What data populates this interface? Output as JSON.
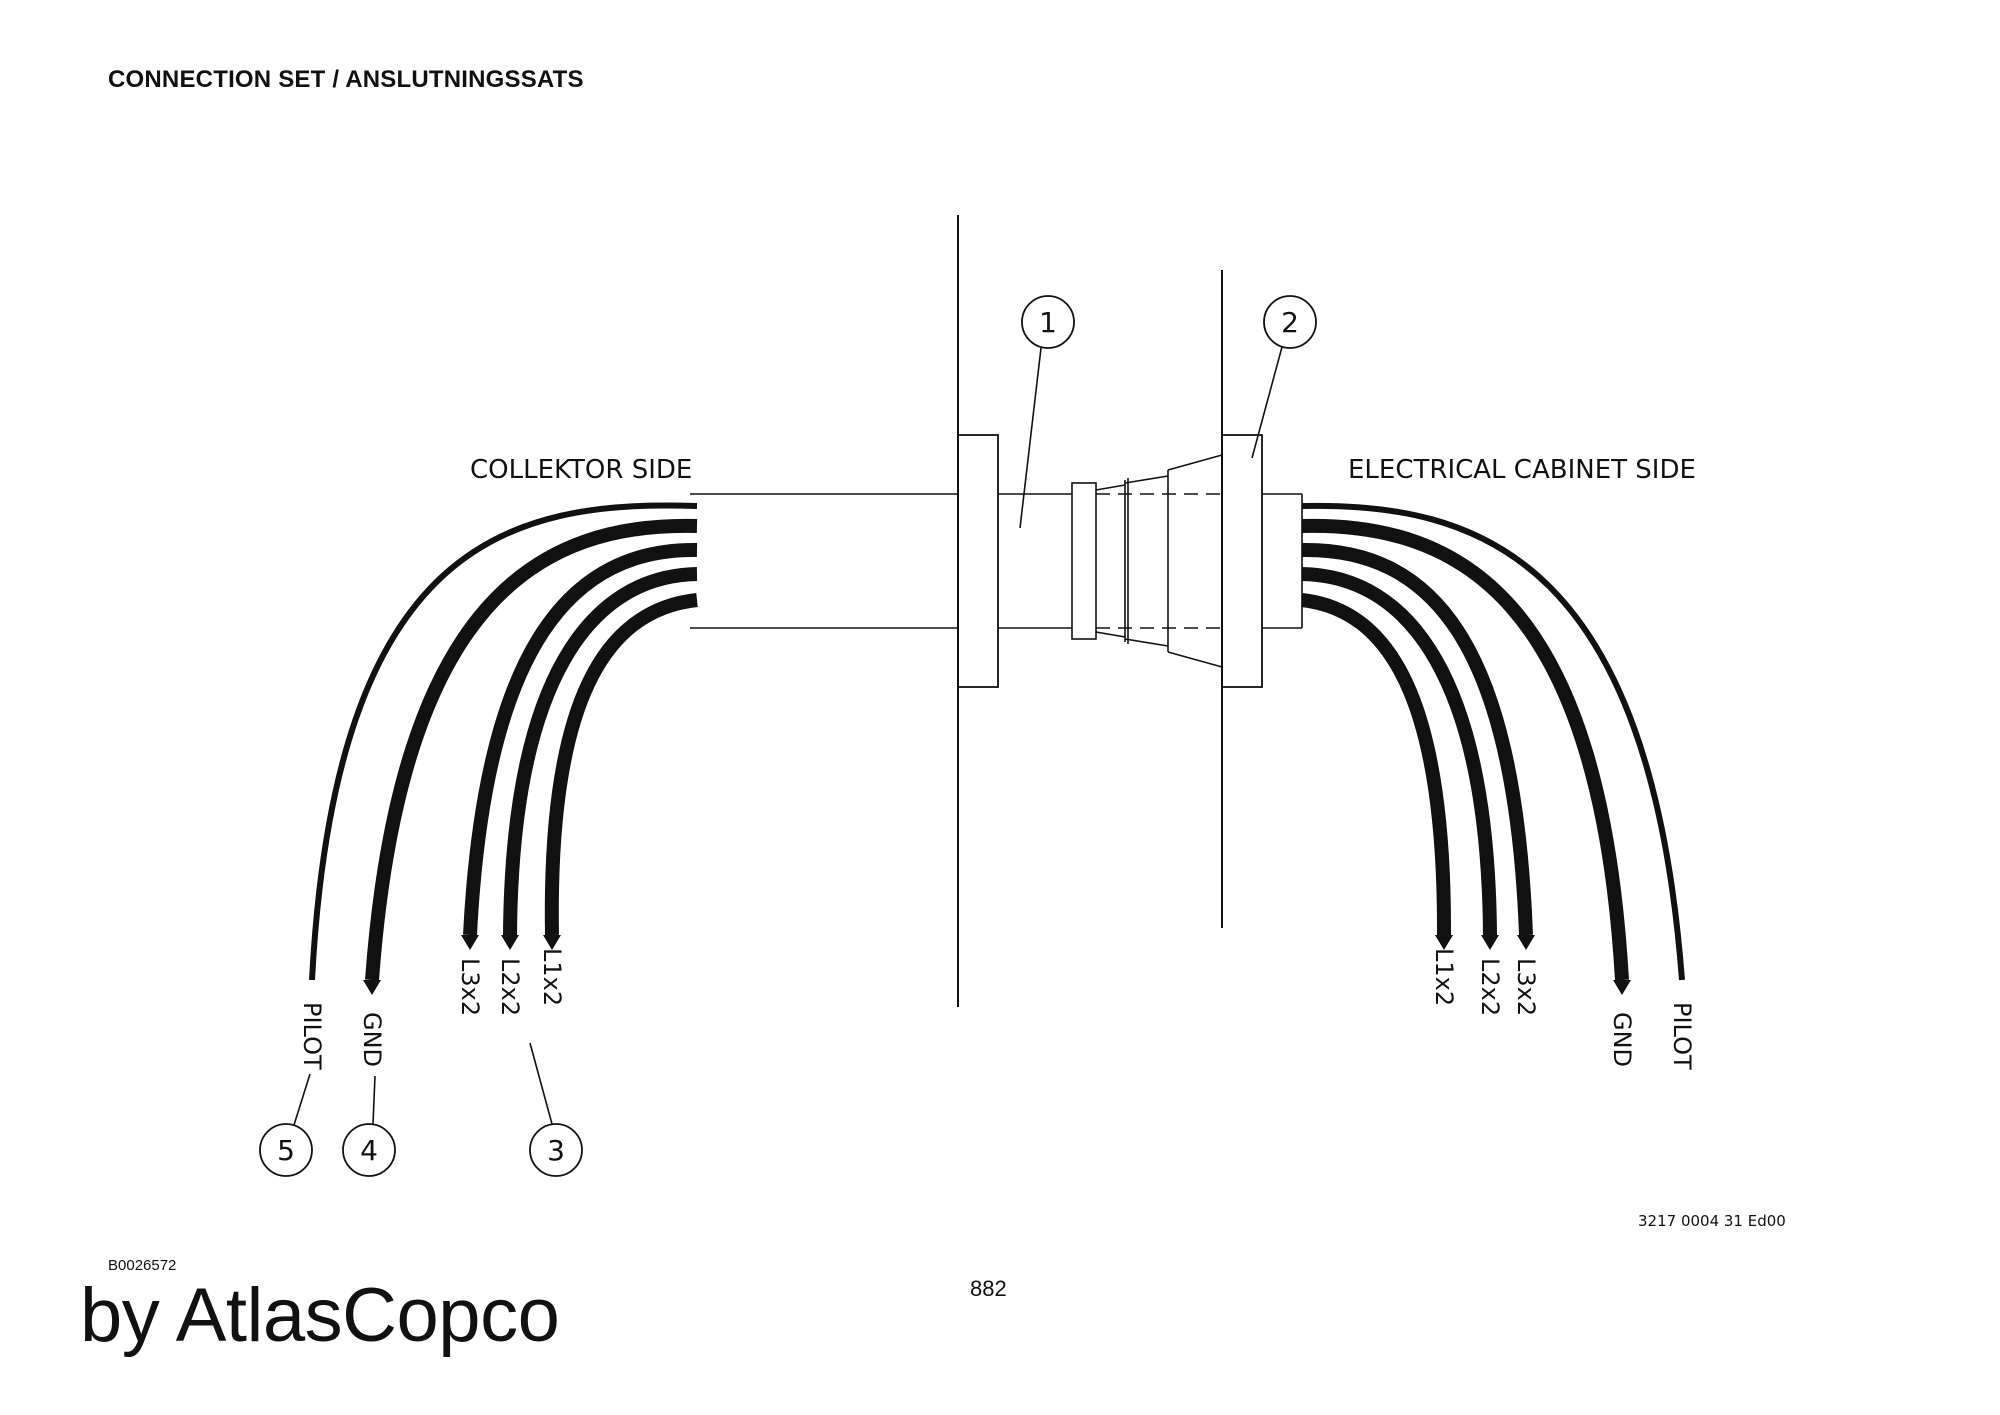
{
  "title": "CONNECTION SET / ANSLUTNINGSSATS",
  "collector_side_label": "COLLEKTOR SIDE",
  "cabinet_side_label": "ELECTRICAL CABINET SIDE",
  "callouts": [
    "1",
    "2",
    "3",
    "4",
    "5"
  ],
  "left_wire_labels": [
    "PILOT",
    "GND",
    "L3x2",
    "L2x2",
    "L1x2"
  ],
  "right_wire_labels": [
    "L1x2",
    "L2x2",
    "L3x2",
    "GND",
    "PILOT"
  ],
  "drawing_number": "3217 0004 31 Ed00",
  "document_id": "B0026572",
  "page_number": "882",
  "brand_text": "by AtlasCopco"
}
